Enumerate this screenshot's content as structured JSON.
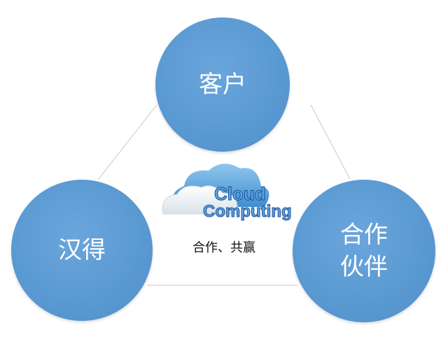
{
  "nodes": {
    "top": "客户",
    "left": "汉得",
    "right_line1": "合作",
    "right_line2": "伙伴"
  },
  "center": {
    "logo_line1": "Cloud",
    "logo_line2": "Computing",
    "caption": "合作、共赢"
  },
  "colors": {
    "circle": "#5b9bd5",
    "line": "#c8c8c8",
    "logo_text": "#2f6fbf"
  }
}
